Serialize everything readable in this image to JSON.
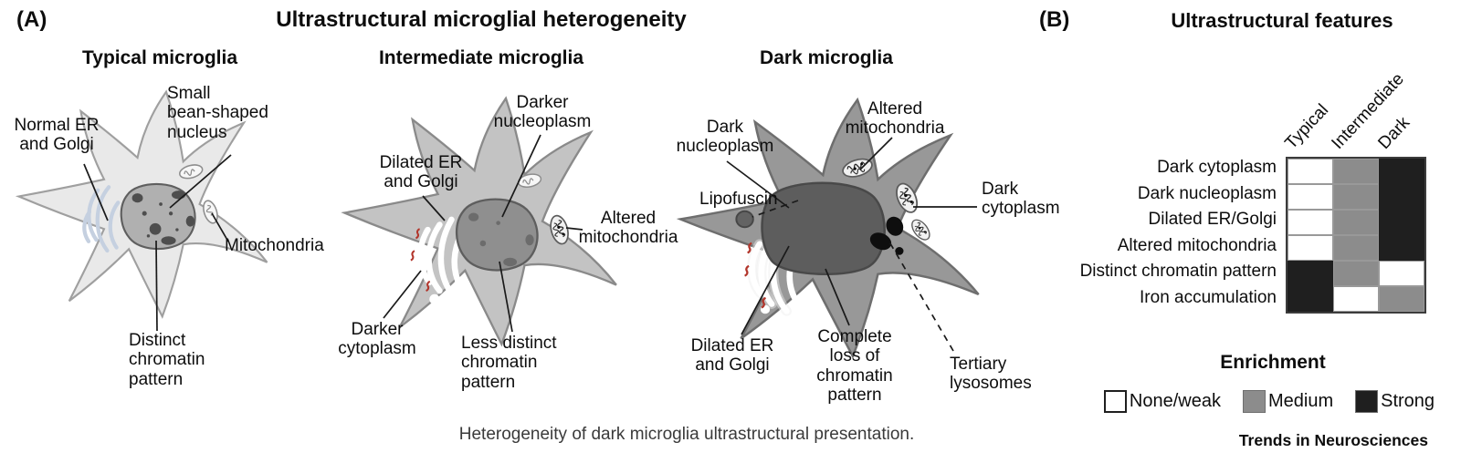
{
  "panel_a": {
    "label": "(A)",
    "title": "Ultrastructural microglial heterogeneity",
    "caption": "Heterogeneity of dark microglia ultrastructural presentation.",
    "cells": {
      "typical": {
        "heading": "Typical microglia",
        "labels": {
          "er_golgi": "Normal ER\nand Golgi",
          "nucleus": "Small\nbean-shaped\nnucleus",
          "mitochondria": "Mitochondria",
          "chromatin": "Distinct\nchromatin\npattern"
        }
      },
      "intermediate": {
        "heading": "Intermediate microglia",
        "labels": {
          "nucleoplasm": "Darker\nnucleoplasm",
          "er_golgi": "Dilated ER\nand Golgi",
          "mitochondria": "Altered\nmitochondria",
          "cytoplasm": "Darker\ncytoplasm",
          "chromatin": "Less distinct\nchromatin\npattern"
        }
      },
      "dark": {
        "heading": "Dark microglia",
        "labels": {
          "nucleoplasm": "Dark\nnucleoplasm",
          "mitochondria": "Altered\nmitochondria",
          "lipofuscin": "Lipofuscin",
          "cytoplasm": "Dark\ncytoplasm",
          "er_golgi": "Dilated ER\nand Golgi",
          "chromatin": "Complete\nloss of\nchromatin\npattern",
          "lysosomes": "Tertiary\nlysosomes"
        }
      }
    },
    "palette": {
      "typical_body": "#e9e9e9",
      "intermediate_body": "#c3c3c3",
      "dark_body": "#989898",
      "typical_nucleus": "#b0b0b0",
      "intermediate_nucleus": "#8f8f8f",
      "dark_nucleus": "#5d5d5d"
    }
  },
  "panel_b": {
    "label": "(B)",
    "title": "Ultrastructural features",
    "legend": {
      "title": "Enrichment",
      "items": [
        {
          "label": "None/weak",
          "color": "#ffffff"
        },
        {
          "label": "Medium",
          "color": "#8c8c8c"
        },
        {
          "label": "Strong",
          "color": "#1f1f1f"
        }
      ]
    },
    "journal": "Trends in Neurosciences"
  },
  "chart_data": {
    "type": "heatmap",
    "title": "Ultrastructural features",
    "columns": [
      "Typical",
      "Intermediate",
      "Dark"
    ],
    "rows": [
      "Dark cytoplasm",
      "Dark nucleoplasm",
      "Dilated ER/Golgi",
      "Altered mitochondria",
      "Distinct chromatin pattern",
      "Iron accumulation"
    ],
    "values": [
      [
        0,
        1,
        2
      ],
      [
        0,
        1,
        2
      ],
      [
        0,
        1,
        2
      ],
      [
        0,
        1,
        2
      ],
      [
        2,
        1,
        0
      ],
      [
        2,
        0,
        1
      ]
    ],
    "value_scale": {
      "0": "None/weak",
      "1": "Medium",
      "2": "Strong"
    },
    "colors": {
      "0": "#ffffff",
      "1": "#8c8c8c",
      "2": "#1f1f1f"
    },
    "legend_title": "Enrichment",
    "legend_position": "bottom"
  }
}
